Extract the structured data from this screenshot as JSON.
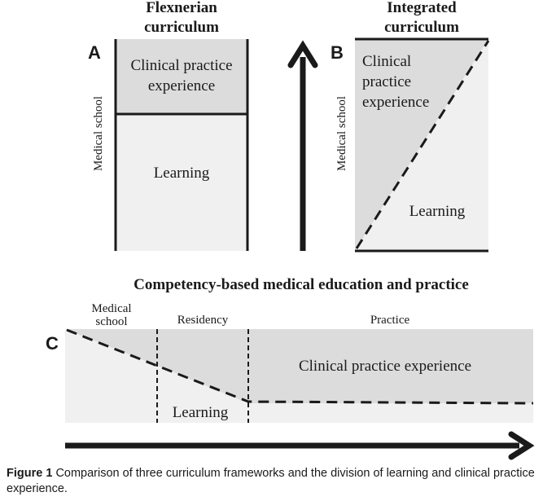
{
  "panel_a": {
    "letter": "A",
    "title_line1": "Flexnerian",
    "title_line2": "curriculum",
    "side_label": "Medical school",
    "top_label_line1": "Clinical practice",
    "top_label_line2": "experience",
    "bottom_label": "Learning"
  },
  "panel_b": {
    "letter": "B",
    "title_line1": "Integrated",
    "title_line2": "curriculum",
    "side_label": "Medical school",
    "top_label_line1": "Clinical",
    "top_label_line2": "practice",
    "top_label_line3": "experience",
    "bottom_label": "Learning"
  },
  "panel_c": {
    "letter": "C",
    "title": "Competency-based medical education and practice",
    "stage1_line1": "Medical",
    "stage1_line2": "school",
    "stage2": "Residency",
    "stage3": "Practice",
    "top_label": "Clinical practice experience",
    "bottom_label": "Learning"
  },
  "caption": {
    "figure_label": "Figure 1",
    "text": "Comparison of three curriculum frameworks and the division of learning and clinical practice experience."
  },
  "colors": {
    "dark_fill": "#dcdcdc",
    "light_fill": "#f0f0f0",
    "ink": "#1a1a1a"
  }
}
